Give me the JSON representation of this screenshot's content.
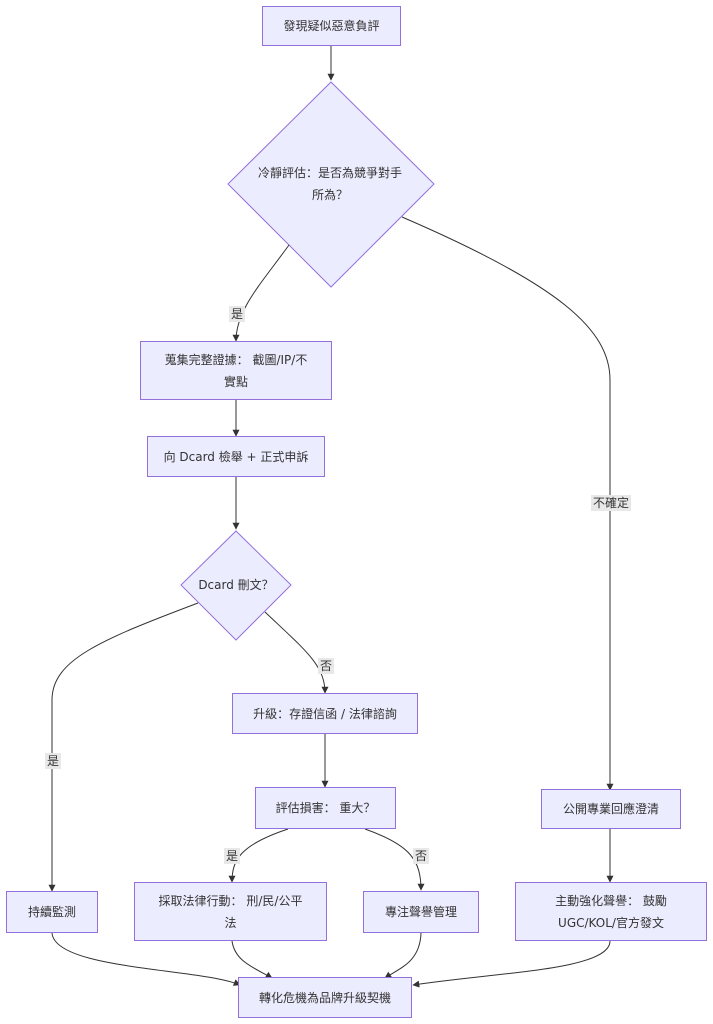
{
  "nodes": {
    "discover": "發現疑似惡意負評",
    "assess": "冷靜評估：是否為競爭對手所為？",
    "collect": "蒐集完整證據： 截圖/IP/不實點",
    "report": "向 Dcard 檢舉 + 正式申訴",
    "deleted": "Dcard 刪文？",
    "escalate": "升級：存證信函 / 法律諮詢",
    "damage": "評估損害： 重大？",
    "monitor": "持續監測",
    "legal": "採取法律行動： 刑/民/公平法",
    "reputation": "專注聲譽管理",
    "public_reply": "公開專業回應澄清",
    "strengthen": "主動強化聲譽： 鼓勵UGC/KOL/官方發文",
    "transform": "轉化危機為品牌升級契機"
  },
  "edge_labels": {
    "assess_yes": "是",
    "assess_unsure": "不確定",
    "deleted_yes": "是",
    "deleted_no": "否",
    "damage_yes": "是",
    "damage_no": "否"
  },
  "colors": {
    "node_fill": "#ECECFF",
    "node_stroke": "#9370DB",
    "edge": "#333333"
  }
}
